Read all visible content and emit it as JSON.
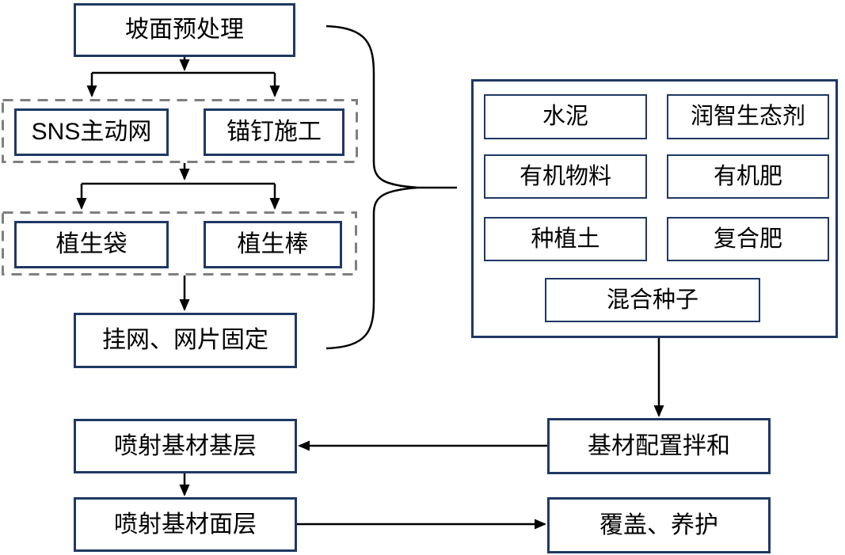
{
  "flowchart": {
    "colors": {
      "node_border": "#1f3864",
      "group_outline": "#7f7f7f",
      "connector": "#000000",
      "text": "#000000",
      "background": "#ffffff"
    },
    "nodes": {
      "slope_pretreatment": "坡面预处理",
      "sns_active_net": "SNS主动网",
      "anchor_bolt_construction": "锚钉施工",
      "vegetation_bag": "植生袋",
      "vegetation_rod": "植生棒",
      "net_hanging_fixing": "挂网、网片固定",
      "cement": "水泥",
      "runzhi_ecological_agent": "润智生态剂",
      "organic_material": "有机物料",
      "organic_fertilizer": "有机肥",
      "planting_soil": "种植土",
      "compound_fertilizer": "复合肥",
      "mixed_seeds": "混合种子",
      "substrate_preparation_mixing": "基材配置拌和",
      "spray_substrate_base_layer": "喷射基材基层",
      "spray_substrate_surface_layer": "喷射基材面层",
      "cover_maintenance": "覆盖、养护"
    }
  }
}
